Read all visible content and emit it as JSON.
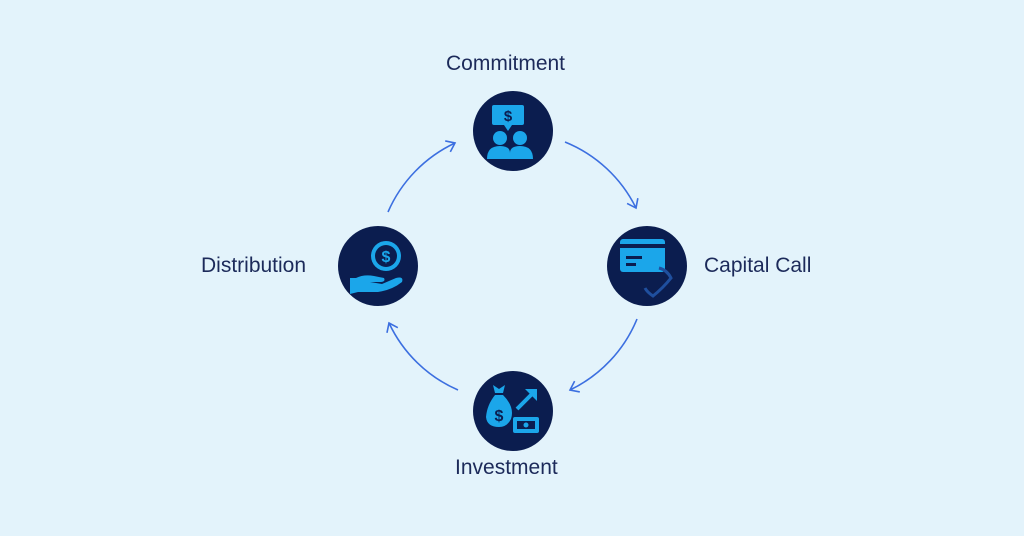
{
  "diagram": {
    "title": "Capital cycle",
    "steps": [
      {
        "label": "Commitment",
        "icon": "people-dollar-speech-icon"
      },
      {
        "label": "Capital Call",
        "icon": "card-phone-icon"
      },
      {
        "label": "Investment",
        "icon": "moneybag-growth-icon"
      },
      {
        "label": "Distribution",
        "icon": "hand-coin-icon"
      }
    ],
    "flow": "clockwise",
    "colors": {
      "background": "#e3f3fb",
      "node": "#0b1d4f",
      "icon": "#1ba6ea",
      "arrow": "#3c6fe0",
      "text": "#1c2a5a"
    }
  }
}
